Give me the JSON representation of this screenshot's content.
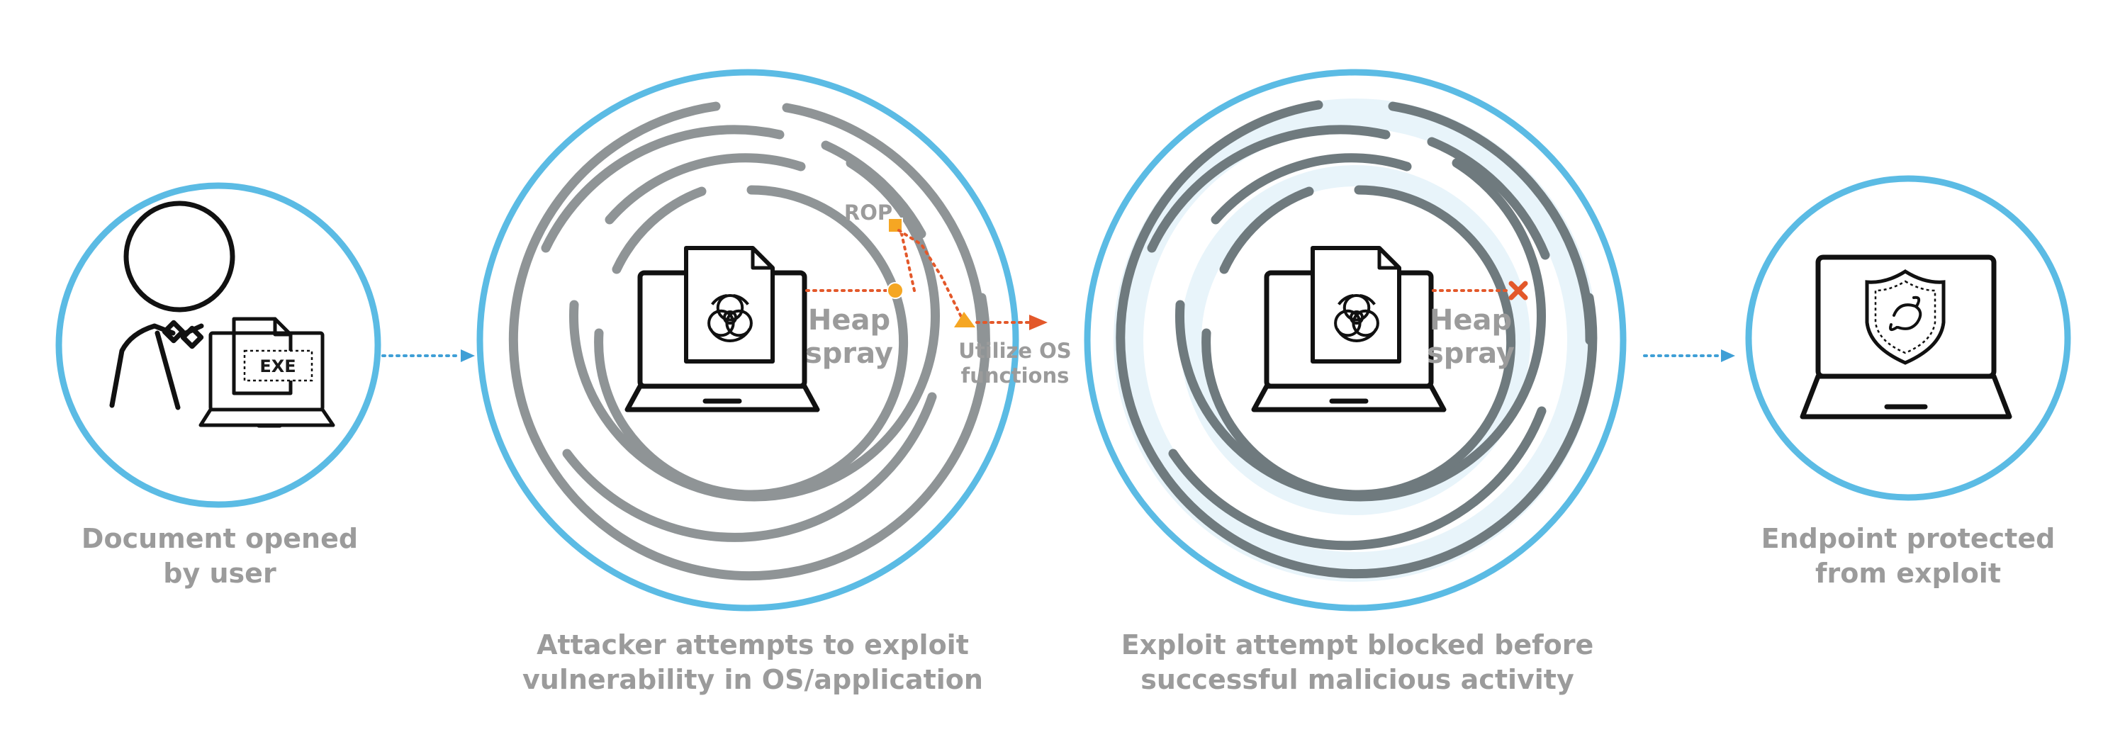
{
  "stages": [
    {
      "caption_line1": "Document opened",
      "caption_line2": "by user",
      "file_label": "EXE"
    },
    {
      "caption_line1": "Attacker attempts to exploit",
      "caption_line2": "vulnerability in OS/application",
      "rop_label": "ROP",
      "heap_line1": "Heap",
      "heap_line2": "spray",
      "os_line1": "Utilize OS",
      "os_line2": "functions"
    },
    {
      "caption_line1": "Exploit attempt blocked before",
      "caption_line2": "successful malicious activity",
      "heap_line1": "Heap",
      "heap_line2": "spray"
    },
    {
      "caption_line1": "Endpoint protected",
      "caption_line2": "from exploit"
    }
  ],
  "colors": {
    "ring": "#5bbbe4",
    "connector": "#3f9fd6",
    "attack": "#e3582a",
    "marker": "#f5a623",
    "maze": "#8f9496",
    "text": "#9b9b9b"
  },
  "icons": [
    "person-icon",
    "document-icon",
    "laptop-icon",
    "biohazard-icon",
    "shield-icon",
    "blocked-x-icon"
  ]
}
